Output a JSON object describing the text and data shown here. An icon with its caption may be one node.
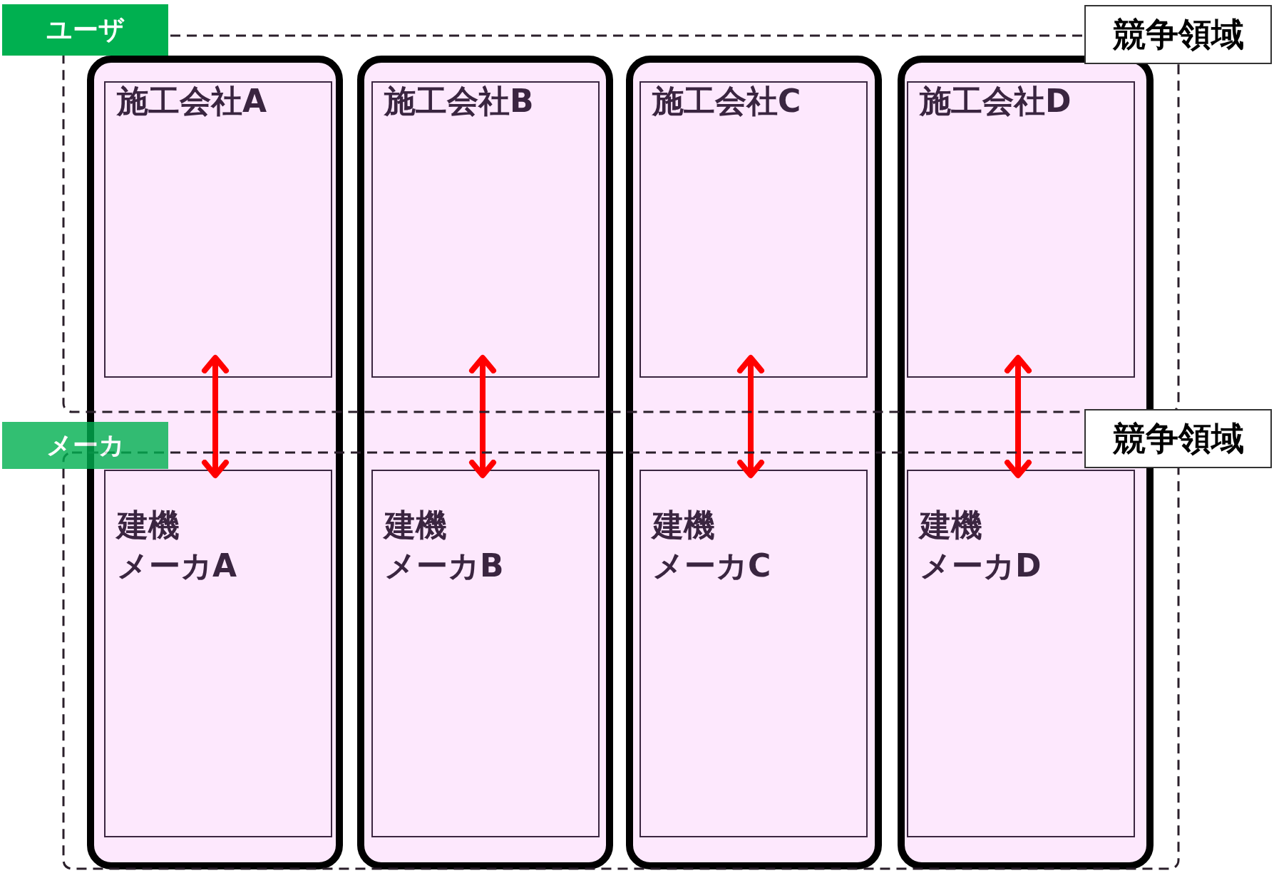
{
  "diagram": {
    "nodes": [
      {
        "text": [
          "ユーザ"
        ]
      },
      {
        "text": [
          "競争領域"
        ]
      },
      {
        "text": [
          "メーカ"
        ]
      },
      {
        "text": [
          "競争領域"
        ]
      },
      {
        "text": [],
        "shape": "box"
      },
      {
        "text": [
          "施工会社A"
        ],
        "in": 4
      },
      {
        "text": [
          "建機",
          "メーカA"
        ],
        "in": 4
      },
      {
        "text": [],
        "shape": "box"
      },
      {
        "text": [
          "施工会社B"
        ],
        "in": 7
      },
      {
        "text": [
          "建機",
          "メーカB"
        ],
        "in": 7
      },
      {
        "text": [],
        "shape": "box"
      },
      {
        "text": [
          "施工会社C"
        ],
        "in": 10
      },
      {
        "text": [
          "建機",
          "メーカC"
        ],
        "in": 10
      },
      {
        "text": [],
        "shape": "box"
      },
      {
        "text": [
          "施工会社D"
        ],
        "in": 13
      },
      {
        "text": [
          "建機",
          "メーカD"
        ],
        "in": 13
      }
    ],
    "edges": [
      {
        "from": 5,
        "to": 6,
        "arrow": "both"
      },
      {
        "from": 8,
        "to": 9,
        "arrow": "both"
      },
      {
        "from": 11,
        "to": 12,
        "arrow": "both"
      },
      {
        "from": 14,
        "to": 15,
        "arrow": "both"
      }
    ]
  }
}
